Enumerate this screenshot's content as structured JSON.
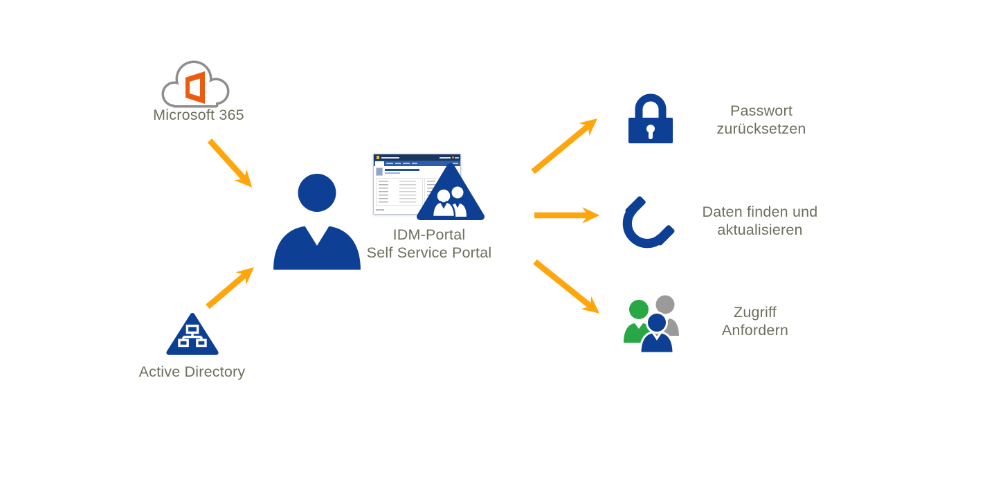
{
  "diagram": {
    "sources": [
      {
        "name": "microsoft-365",
        "label": "Microsoft 365"
      },
      {
        "name": "active-directory",
        "label": "Active Directory"
      }
    ],
    "portal": {
      "label_line1": "IDM-Portal",
      "label_line2": "Self Service Portal"
    },
    "features": [
      {
        "name": "password-reset",
        "icon": "lock-icon",
        "label_line1": "Passwort",
        "label_line2": "zurücksetzen"
      },
      {
        "name": "find-update-data",
        "icon": "phone-icon",
        "label_line1": "Daten finden und",
        "label_line2": "aktualisieren"
      },
      {
        "name": "request-access",
        "icon": "user-group-icon",
        "label_line1": "Zugriff",
        "label_line2": "Anfordern"
      }
    ],
    "icons": [
      "cloud-icon",
      "office-logo-icon",
      "sitemap-triangle-icon",
      "user-icon",
      "idm-portal-screenshot",
      "users-triangle-icon",
      "lock-icon",
      "phone-icon",
      "user-group-icon",
      "arrow-icon"
    ],
    "colors": {
      "navy": "#0D4094",
      "arrow_orange": "#FFA60D",
      "office_orange": "#EB5C12",
      "cloud_gray": "#8E8E8E",
      "label_gray": "#6E6E5C",
      "green": "#27A844",
      "person_gray": "#9A9A9A"
    }
  }
}
